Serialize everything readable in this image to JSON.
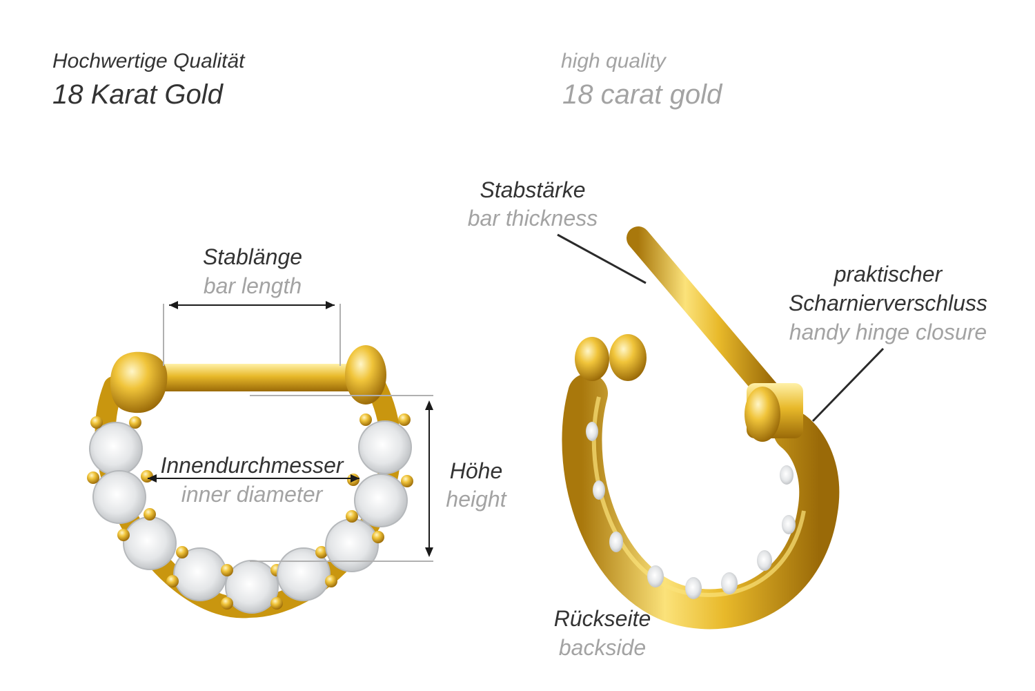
{
  "header": {
    "de_line1": "Hochwertige Qualität",
    "de_line2": "18 Karat Gold",
    "en_line1": "high quality",
    "en_line2": "18 carat gold"
  },
  "labels": {
    "bar_length": {
      "de": "Stablänge",
      "en": "bar length"
    },
    "inner_diameter": {
      "de": "Innendurchmesser",
      "en": "inner diameter"
    },
    "height": {
      "de": "Höhe",
      "en": "height"
    },
    "bar_thickness": {
      "de": "Stabstärke",
      "en": "bar thickness"
    },
    "hinge": {
      "de_line1": "praktischer",
      "de_line2": "Scharnierverschluss",
      "en": "handy hinge closure"
    },
    "backside": {
      "de": "Rückseite",
      "en": "backside"
    }
  },
  "colors": {
    "gold": "#e8b92a",
    "gold_light": "#fbe27a",
    "gold_dark": "#a9780c",
    "gem": "#e6e8ea",
    "gem_edge": "#b5b8bb",
    "dim_line": "#1a1a1a",
    "guide_line": "#b0b0b0"
  }
}
